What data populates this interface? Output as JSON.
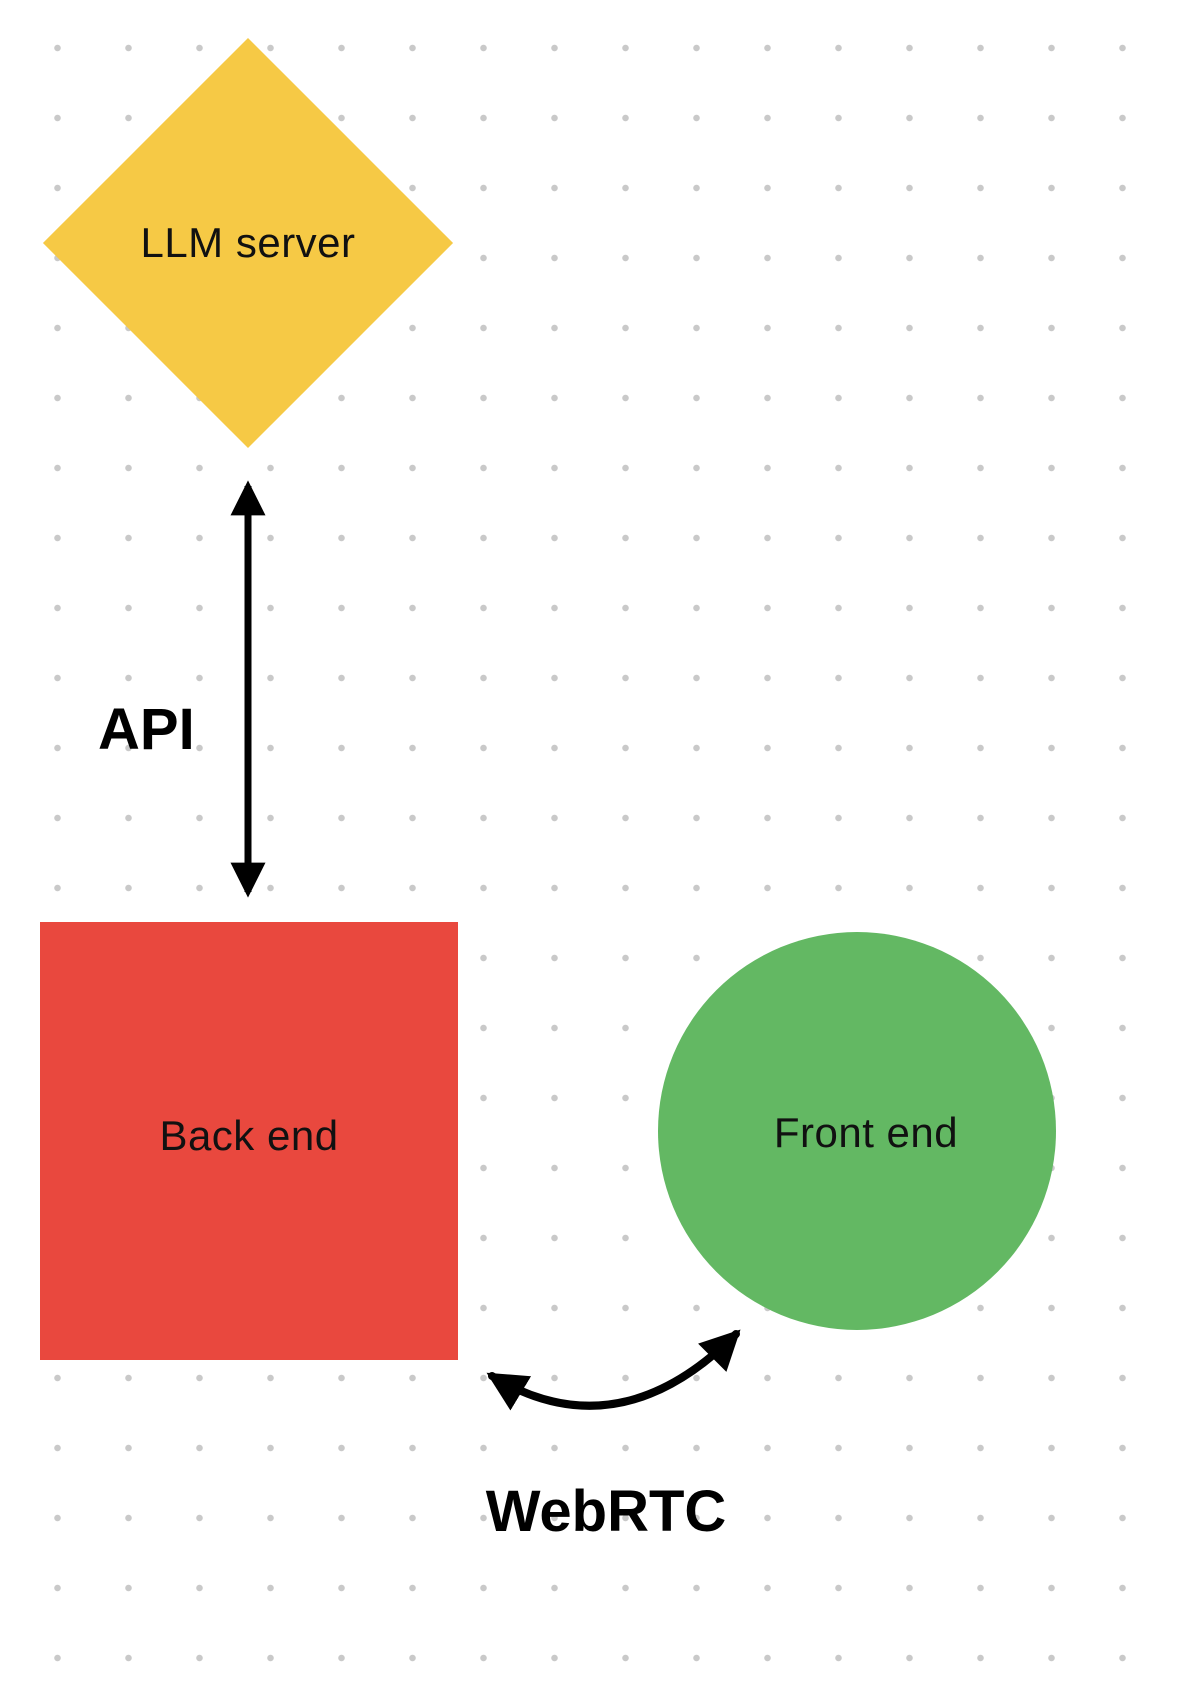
{
  "canvas": {
    "background": "#FFFFFF",
    "dot_grid_color": "#C9C9C9"
  },
  "nodes": {
    "llm_server": {
      "label": "LLM server",
      "shape": "diamond",
      "fill": "#F6C945"
    },
    "back_end": {
      "label": "Back end",
      "shape": "square",
      "fill": "#E9483E"
    },
    "front_end": {
      "label": "Front end",
      "shape": "circle",
      "fill": "#63B863"
    }
  },
  "edges": {
    "api": {
      "label": "API",
      "type": "double-headed-straight-arrow",
      "color": "#000000",
      "connects": [
        "llm_server",
        "back_end"
      ]
    },
    "webrtc": {
      "label": "WebRTC",
      "type": "double-headed-curved-arrow",
      "color": "#000000",
      "connects": [
        "back_end",
        "front_end"
      ]
    }
  }
}
